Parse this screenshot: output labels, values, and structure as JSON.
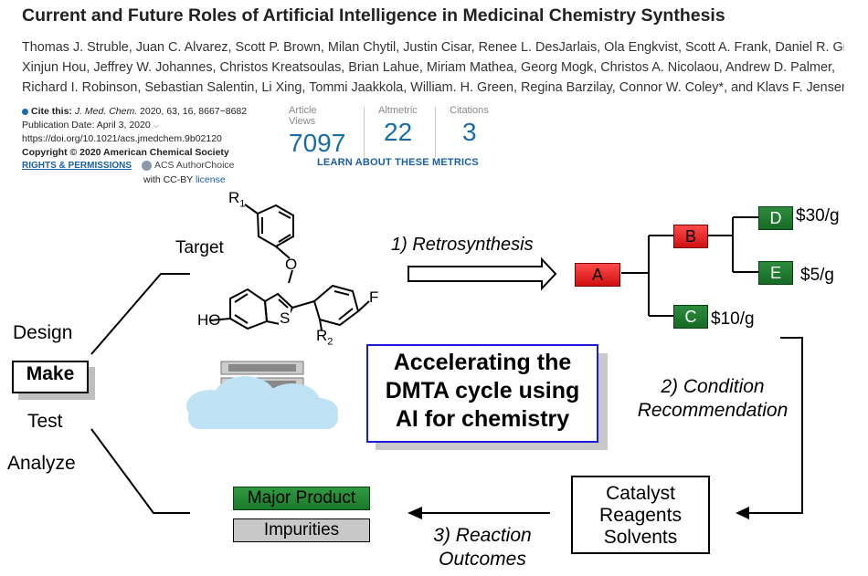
{
  "header": {
    "title": "Current and Future Roles of Artificial Intelligence in Medicinal Chemistry Synthesis",
    "authors_line1": "Thomas J. Struble, Juan C. Alvarez, Scott P. Brown, Milan Chytil, Justin Cisar, Renee L. DesJarlais, Ola Engkvist, Scott A. Frank, Daniel R. Greve,",
    "authors_line2": "Xinjun Hou, Jeffrey W. Johannes, Christos Kreatsoulas, Brian Lahue, Miriam Mathea, Georg Mogk, Christos A. Nicolaou, Andrew D. Palmer,",
    "authors_line3": "Richard I. Robinson, Sebastian Salentin, Li Xing, Tommi Jaakkola, William. H. Green, Regina Barzilay, Connor W. Coley*, and Klavs F. Jensen*"
  },
  "meta": {
    "cite_label": "Cite this:",
    "journal": "J. Med. Chem.",
    "citation": " 2020, 63, 16, 8667−8682",
    "pub_date": "Publication Date: April 3, 2020",
    "doi": "https://doi.org/10.1021/acs.jmedchem.9b02120",
    "copyright": "Copyright © 2020 American Chemical Society",
    "rights": "RIGHTS & PERMISSIONS",
    "acs_choice": "ACS AuthorChoice",
    "ccby": "with CC-BY",
    "license": "license"
  },
  "metrics": {
    "views_label": "Article Views",
    "views": "7097",
    "altmetric_label": "Altmetric",
    "altmetric": "22",
    "citations_label": "Citations",
    "citations": "3",
    "learn_more": "LEARN ABOUT THESE METRICS"
  },
  "figure": {
    "cycle": {
      "design": "Design",
      "make": "Make",
      "test": "Test",
      "analyze": "Analyze"
    },
    "target": "Target",
    "mol": {
      "r1": "R",
      "r1sub": "1",
      "r2": "R",
      "r2sub": "2",
      "o": "O",
      "s": "S",
      "f": "F",
      "ho": "HO"
    },
    "step1": "1) Retrosynthesis",
    "step2a": "2) Condition",
    "step2b": "Recommendation",
    "step3a": "3) Reaction",
    "step3b": "Outcomes",
    "center_line1": "Accelerating the",
    "center_line2": "DMTA cycle using",
    "center_line3": "AI for chemistry",
    "tree": {
      "a": "A",
      "b": "B",
      "c": "C",
      "d": "D",
      "e": "E",
      "price_d": "$30/g",
      "price_e": "$5/g",
      "price_c": "$10/g"
    },
    "conditions": {
      "l1": "Catalyst",
      "l2": "Reagents",
      "l3": "Solvents"
    },
    "outcomes": {
      "major": "Major Product",
      "impurities": "Impurities"
    },
    "colors": {
      "red_box": "#e02020",
      "green_box": "#1f7a30",
      "center_border": "#1a1ae0",
      "link": "#1a5fa8"
    }
  }
}
